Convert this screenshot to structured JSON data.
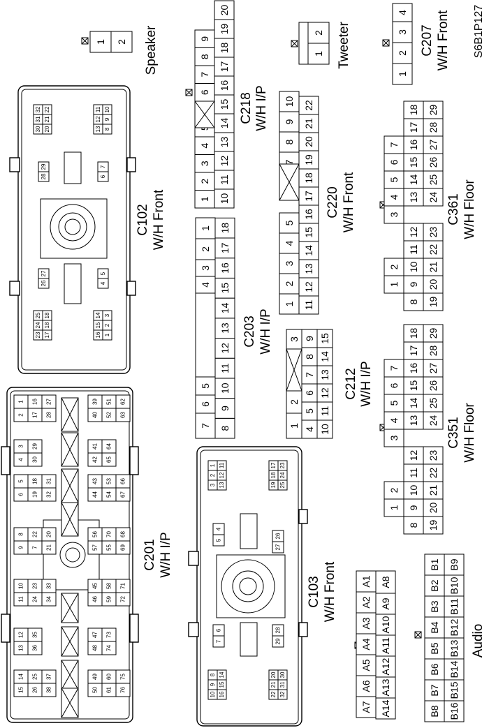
{
  "figure_id": "S6B1P127",
  "connectors": {
    "speaker": {
      "name": "Speaker",
      "pins": [
        "1",
        "2"
      ]
    },
    "tweeter": {
      "name": "Tweeter",
      "pins": [
        "1",
        "2"
      ]
    },
    "c207": {
      "name": "C207",
      "harness": "W/H Front",
      "pins": [
        "1",
        "2",
        "3",
        "4"
      ]
    },
    "c218": {
      "name": "C218",
      "harness": "W/H I/P",
      "row1": [
        "1",
        "2",
        "3",
        "4",
        "5",
        "",
        "6",
        "7",
        "8",
        "9"
      ],
      "row2": [
        "10",
        "11",
        "12",
        "13",
        "14",
        "15",
        "16",
        "17",
        "18",
        "19",
        "20"
      ]
    },
    "c220": {
      "name": "C220",
      "harness": "W/H Front",
      "row1": [
        "1",
        "2",
        "3",
        "4",
        "5",
        "",
        "6",
        "7",
        "8",
        "9",
        "10"
      ],
      "row2": [
        "11",
        "12",
        "13",
        "14",
        "15",
        "16",
        "17",
        "18",
        "19",
        "20",
        "21",
        "22"
      ]
    },
    "c361": {
      "name": "C361",
      "harness": "W/H Floor",
      "row1": [
        "1",
        "2",
        "",
        "",
        "3",
        "4",
        "5",
        "6",
        "7"
      ],
      "row2": [
        "8",
        "9",
        "10",
        "11",
        "12",
        "",
        "13",
        "14",
        "15",
        "16",
        "17",
        "18"
      ],
      "row3": [
        "19",
        "20",
        "21",
        "22",
        "23",
        "",
        "24",
        "25",
        "26",
        "27",
        "28",
        "29"
      ]
    },
    "c351": {
      "name": "C351",
      "harness": "W/H Floor",
      "row1": [
        "1",
        "2",
        "",
        "",
        "3",
        "4",
        "5",
        "6",
        "7"
      ],
      "row2": [
        "8",
        "9",
        "10",
        "11",
        "12",
        "",
        "13",
        "14",
        "15",
        "16",
        "17",
        "18"
      ],
      "row3": [
        "19",
        "20",
        "21",
        "22",
        "23",
        "",
        "24",
        "25",
        "26",
        "27",
        "28",
        "29"
      ]
    },
    "c203": {
      "name": "C203",
      "harness": "W/H I/P",
      "row1": [
        "1",
        "2",
        "3",
        "4",
        "",
        "5",
        "6",
        "7"
      ],
      "row2": [
        "8",
        "9",
        "10",
        "11",
        "12",
        "13",
        "14",
        "15",
        "16",
        "17",
        "18"
      ]
    },
    "c212": {
      "name": "C212",
      "harness": "W/H I/P",
      "row1": [
        "1",
        "2",
        "",
        "3"
      ],
      "row2": [
        "4",
        "5",
        "6",
        "7",
        "8",
        "9"
      ],
      "row3": [
        "10",
        "11",
        "12",
        "13",
        "14",
        "15"
      ]
    },
    "c102": {
      "name": "C102",
      "harness": "W/H Front",
      "groups": [
        [
          "30",
          "31",
          "32",
          "20",
          "21",
          "22"
        ],
        [
          "13",
          "12",
          "11",
          "8",
          "9",
          "10"
        ],
        [
          "28",
          "29"
        ],
        [
          "6",
          "7"
        ],
        [
          "26",
          "27"
        ],
        [
          "4",
          "5"
        ],
        [
          "23",
          "24",
          "25",
          "17",
          "18",
          "18"
        ],
        [
          "16",
          "15",
          "14",
          "1",
          "2",
          "3"
        ]
      ]
    },
    "c103": {
      "name": "C103",
      "harness": "W/H Front",
      "groups": [
        [
          "3",
          "2",
          "1",
          "13",
          "12",
          "11"
        ],
        [
          "19",
          "18",
          "17",
          "25",
          "24",
          "23"
        ],
        [
          "5",
          "4"
        ],
        [
          "27",
          "26"
        ],
        [
          "7",
          "6"
        ],
        [
          "29",
          "28"
        ],
        [
          "10",
          "9",
          "8",
          "16",
          "15",
          "14"
        ],
        [
          "22",
          "21",
          "20",
          "32",
          "31",
          "30"
        ]
      ]
    },
    "c201": {
      "name": "C201",
      "harness": "W/H I/P",
      "groups": [
        [
          "2",
          "1",
          "17",
          "16",
          "28",
          "27"
        ],
        [
          "40",
          "39",
          "52",
          "51",
          "63",
          "62"
        ],
        [
          "4",
          "3",
          "30",
          "29"
        ],
        [
          "42",
          "41",
          "65",
          "64"
        ],
        [
          "6",
          "5",
          "19",
          "18",
          "32",
          "31"
        ],
        [
          "44",
          "43",
          "54",
          "53",
          "67",
          "66"
        ],
        [
          "9",
          "8",
          "7",
          "22",
          "21",
          "20"
        ],
        [
          "57",
          "56",
          "55",
          "70",
          "69",
          "68"
        ],
        [
          "11",
          "10",
          "24",
          "23",
          "34",
          "33"
        ],
        [
          "46",
          "45",
          "59",
          "58",
          "72",
          "71"
        ],
        [
          "13",
          "12",
          "36",
          "35"
        ],
        [
          "48",
          "47",
          "74",
          "73"
        ],
        [
          "15",
          "14",
          "26",
          "25",
          "38",
          "37"
        ],
        [
          "50",
          "49",
          "61",
          "60",
          "76",
          "75"
        ]
      ]
    },
    "audio": {
      "name": "Audio",
      "a_row1": [
        "A1",
        "A2",
        "A3",
        "A4",
        "A5",
        "A6",
        "A7"
      ],
      "a_row1b": [
        "A8"
      ],
      "a_row2": [
        "A9",
        "A10",
        "A11",
        "A12",
        "A13",
        "A14"
      ],
      "b_row1": [
        "B1",
        "B2",
        "B3",
        "B4",
        "B5",
        "B6",
        "B7",
        "B8"
      ],
      "b_row2": [
        "B9",
        "B10",
        "B11",
        "B12",
        "B13",
        "B14",
        "B15",
        "B16"
      ]
    }
  }
}
